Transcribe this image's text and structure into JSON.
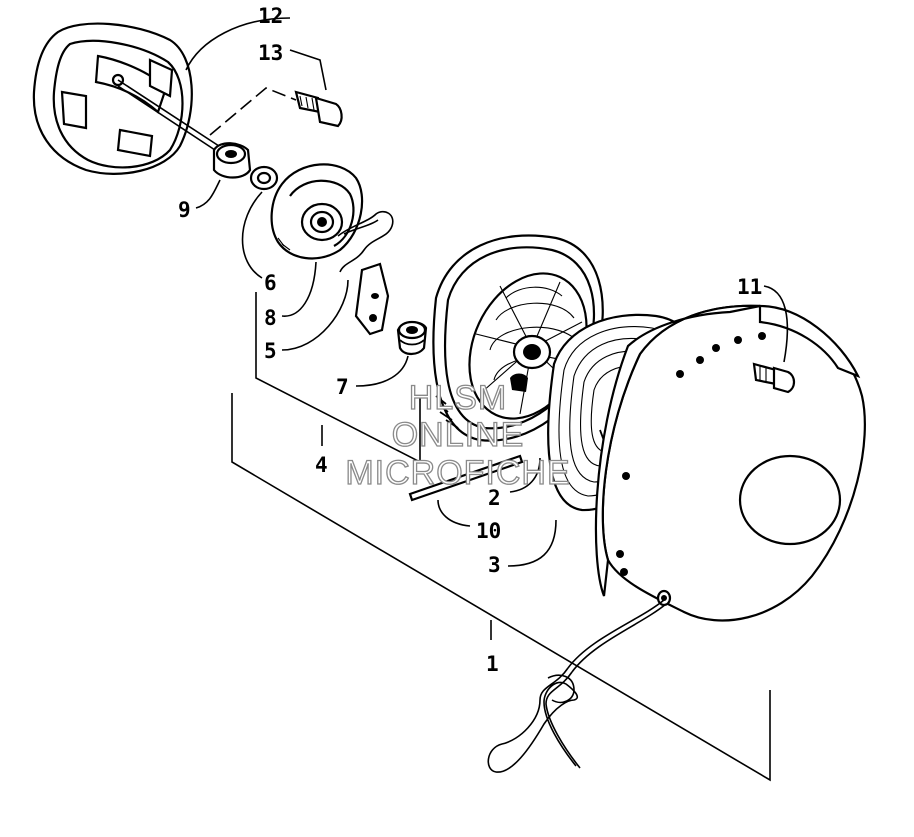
{
  "callouts": {
    "c1": "1",
    "c2": "2",
    "c3": "3",
    "c4": "4",
    "c5": "5",
    "c6": "6",
    "c7": "7",
    "c8": "8",
    "c9": "9",
    "c10": "10",
    "c11": "11",
    "c12": "12",
    "c13": "13"
  },
  "watermark": {
    "line1": "HLSM",
    "line2": "ONLINE",
    "line3": "MICROFICHE"
  },
  "colors": {
    "ink": "#000000",
    "paper": "#ffffff",
    "watermark_outline": "#8a8a8a"
  }
}
